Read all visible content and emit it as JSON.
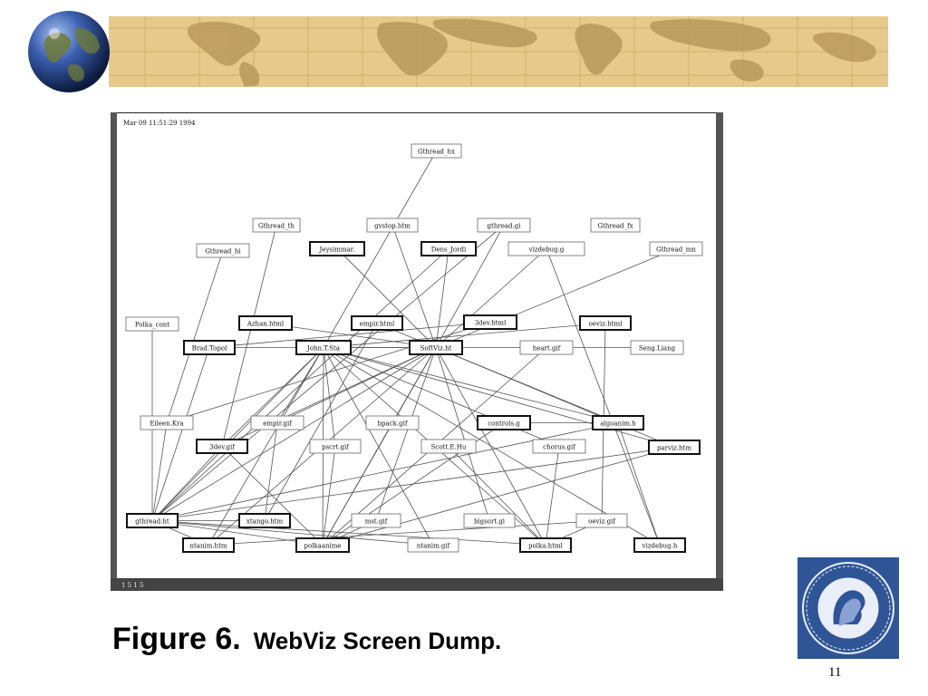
{
  "slide": {
    "page_number": "11",
    "caption": {
      "figure": "Figure 6.",
      "title": "WebViz Screen Dump",
      "period": "."
    }
  },
  "screen": {
    "timestamp": "Mar 09 11:51:29 1994",
    "status": "1 5 1 5",
    "nodes": [
      {
        "id": "n1",
        "label": "Gthread_hx",
        "thick": false
      },
      {
        "id": "n2",
        "label": "Gthread_th",
        "thick": false
      },
      {
        "id": "n3",
        "label": "gvstop.htm",
        "thick": false
      },
      {
        "id": "n4",
        "label": "gthread.gi",
        "thick": false
      },
      {
        "id": "n5",
        "label": "Gthread_fx",
        "thick": false
      },
      {
        "id": "n6",
        "label": "Gthread_hi",
        "thick": false
      },
      {
        "id": "n7",
        "label": "Jeysimmar.",
        "thick": true
      },
      {
        "id": "n8",
        "label": "Dens_Jordi",
        "thick": true
      },
      {
        "id": "n9",
        "label": "vizdebug.g",
        "thick": false
      },
      {
        "id": "n10",
        "label": "Gthread_mn",
        "thick": false
      },
      {
        "id": "n11",
        "label": "Polka_cont",
        "thick": false
      },
      {
        "id": "n12",
        "label": "Azhan.html",
        "thick": true
      },
      {
        "id": "n13",
        "label": "empir.html",
        "thick": true
      },
      {
        "id": "n14",
        "label": "3dev.html",
        "thick": true
      },
      {
        "id": "n15",
        "label": "oeviz.html",
        "thick": true
      },
      {
        "id": "n16",
        "label": "Brad.Topol",
        "thick": true
      },
      {
        "id": "n17",
        "label": "John.T.Sta",
        "thick": true
      },
      {
        "id": "n18",
        "label": "SoftViz.ht",
        "thick": true
      },
      {
        "id": "n19",
        "label": "heart.gif",
        "thick": false
      },
      {
        "id": "n20",
        "label": "Seng.Liang",
        "thick": false
      },
      {
        "id": "n21",
        "label": "Eileen.Kra",
        "thick": false
      },
      {
        "id": "n22",
        "label": "empir.gif",
        "thick": false
      },
      {
        "id": "n23",
        "label": "bpack.gif",
        "thick": false
      },
      {
        "id": "n24",
        "label": "controls.g",
        "thick": true
      },
      {
        "id": "n25",
        "label": "algoanim.h",
        "thick": true
      },
      {
        "id": "n26",
        "label": "3dev.gif",
        "thick": true
      },
      {
        "id": "n27",
        "label": "pscrt.gif",
        "thick": false
      },
      {
        "id": "n28",
        "label": "Scott.E.Hu",
        "thick": false
      },
      {
        "id": "n29",
        "label": "chorus.gif",
        "thick": false
      },
      {
        "id": "n30",
        "label": "parviz.htm",
        "thick": true
      },
      {
        "id": "n31",
        "label": "gthread.ht",
        "thick": true
      },
      {
        "id": "n32",
        "label": "xtango.htm",
        "thick": true
      },
      {
        "id": "n33",
        "label": "mst.gif",
        "thick": false
      },
      {
        "id": "n34",
        "label": "bigsort.gi",
        "thick": false
      },
      {
        "id": "n35",
        "label": "oeviz.gif",
        "thick": false
      },
      {
        "id": "n36",
        "label": "ntanim.htm",
        "thick": true
      },
      {
        "id": "n37",
        "label": "polkaanime",
        "thick": true
      },
      {
        "id": "n38",
        "label": "ntanim.gif",
        "thick": false
      },
      {
        "id": "n39",
        "label": "polka.html",
        "thick": true
      },
      {
        "id": "n40",
        "label": "vizdebug.h",
        "thick": true
      }
    ],
    "edges": [
      [
        "n1",
        "n17"
      ],
      [
        "n2",
        "n26"
      ],
      [
        "n3",
        "n18"
      ],
      [
        "n4",
        "n18"
      ],
      [
        "n4",
        "n31"
      ],
      [
        "n6",
        "n21"
      ],
      [
        "n7",
        "n18"
      ],
      [
        "n8",
        "n18"
      ],
      [
        "n8",
        "n31"
      ],
      [
        "n9",
        "n18"
      ],
      [
        "n9",
        "n40"
      ],
      [
        "n10",
        "n18"
      ],
      [
        "n11",
        "n31"
      ],
      [
        "n12",
        "n18"
      ],
      [
        "n13",
        "n18"
      ],
      [
        "n13",
        "n32"
      ],
      [
        "n14",
        "n16"
      ],
      [
        "n14",
        "n21"
      ],
      [
        "n15",
        "n17"
      ],
      [
        "n15",
        "n35"
      ],
      [
        "n16",
        "n18"
      ],
      [
        "n16",
        "n31"
      ],
      [
        "n17",
        "n18"
      ],
      [
        "n17",
        "n25"
      ],
      [
        "n17",
        "n30"
      ],
      [
        "n17",
        "n31"
      ],
      [
        "n17",
        "n36"
      ],
      [
        "n17",
        "n37"
      ],
      [
        "n17",
        "n38"
      ],
      [
        "n17",
        "n39"
      ],
      [
        "n17",
        "n40"
      ],
      [
        "n17",
        "n22"
      ],
      [
        "n17",
        "n26"
      ],
      [
        "n17",
        "n27"
      ],
      [
        "n17",
        "n29"
      ],
      [
        "n18",
        "n20"
      ],
      [
        "n18",
        "n25"
      ],
      [
        "n18",
        "n30"
      ],
      [
        "n18",
        "n31"
      ],
      [
        "n18",
        "n22"
      ],
      [
        "n18",
        "n23"
      ],
      [
        "n18",
        "n26"
      ],
      [
        "n18",
        "n33"
      ],
      [
        "n18",
        "n37"
      ],
      [
        "n18",
        "n36"
      ],
      [
        "n18",
        "n34"
      ],
      [
        "n18",
        "n39"
      ],
      [
        "n19",
        "n37"
      ],
      [
        "n21",
        "n31"
      ],
      [
        "n22",
        "n32"
      ],
      [
        "n23",
        "n37"
      ],
      [
        "n24",
        "n37"
      ],
      [
        "n24",
        "n25"
      ],
      [
        "n25",
        "n31"
      ],
      [
        "n25",
        "n40"
      ],
      [
        "n26",
        "n31"
      ],
      [
        "n27",
        "n37"
      ],
      [
        "n28",
        "n39"
      ],
      [
        "n29",
        "n39"
      ],
      [
        "n30",
        "n31"
      ],
      [
        "n30",
        "n37"
      ],
      [
        "n31",
        "n36"
      ],
      [
        "n31",
        "n37"
      ],
      [
        "n31",
        "n38"
      ],
      [
        "n31",
        "n39"
      ],
      [
        "n31",
        "n32"
      ],
      [
        "n35",
        "n36"
      ],
      [
        "n35",
        "n39"
      ],
      [
        "n33",
        "n37"
      ],
      [
        "n26",
        "n37"
      ]
    ]
  }
}
